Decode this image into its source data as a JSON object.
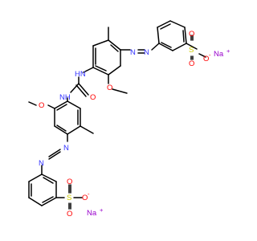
{
  "molecule": {
    "atom_labels": {
      "nh_top": "HN",
      "nh_bottom": "NH",
      "carbonyl_o": "O",
      "ome_top": "O",
      "ome_bottom": "O",
      "azo_top_n1": "N",
      "azo_top_n2": "N",
      "azo_bot_n1": "N",
      "azo_bot_n2": "N",
      "s_top": "S",
      "s_top_o_up": "O",
      "s_top_o_down": "O",
      "s_top_o_right": "O",
      "s_bot_o_up": "O",
      "s_bot_o_down": "O",
      "s_bot_o_right": "O",
      "s_bot": "S",
      "na_top": "Na",
      "na_bottom": "Na"
    },
    "charges": {
      "s_top_o_minus": "-",
      "s_bot_o_minus": "-",
      "na_top_plus": "+",
      "na_bottom_plus": "+"
    },
    "colors": {
      "bond": "#000000",
      "carbon": "#000000",
      "nitrogen": "#3333ff",
      "oxygen": "#ff0000",
      "sulfur": "#cccc00",
      "sodium": "#9900cc"
    }
  }
}
